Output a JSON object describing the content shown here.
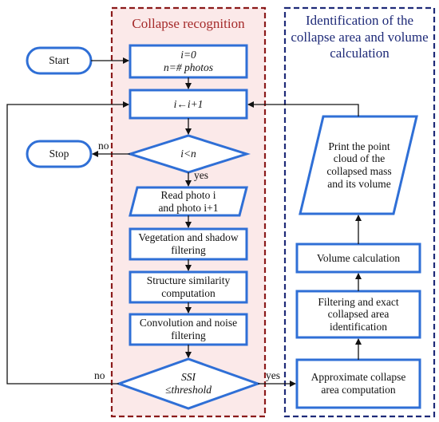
{
  "colors": {
    "node_border": "#2f6fd6",
    "collapse_region_fill": "#fbe9e9",
    "collapse_region_border": "#8b1a1a",
    "identification_region_border": "#1e2a78",
    "arrow": "#111111"
  },
  "regions": {
    "collapse": {
      "title": "Collapse recognition"
    },
    "identification": {
      "title": "Identification of the collapse area and volume calculation"
    }
  },
  "nodes": {
    "start": {
      "label": "Start"
    },
    "init": {
      "line1": "i=0",
      "line2": "n=# photos"
    },
    "increment": {
      "label": "i←i+1"
    },
    "stop": {
      "label": "Stop"
    },
    "check_n": {
      "label": "i<n"
    },
    "read_photos": {
      "line1": "Read photo i",
      "line2": "and photo i+1"
    },
    "vegetation": {
      "label": "Vegetation and shadow filtering"
    },
    "structure": {
      "label": "Structure similarity computation"
    },
    "convolution": {
      "label": "Convolution and noise filtering"
    },
    "ssi": {
      "line1": "SSI",
      "line2": "≤threshold"
    },
    "approximate": {
      "label": "Approximate collapse area computation"
    },
    "filtering": {
      "label": "Filtering and exact collapsed area identification"
    },
    "volume": {
      "label": "Volume calculation"
    },
    "print": {
      "label": "Print the point cloud of the collapsed mass and its volume"
    }
  },
  "edge_labels": {
    "check_no": "no",
    "check_yes": "yes",
    "ssi_no": "no",
    "ssi_yes": "yes"
  }
}
